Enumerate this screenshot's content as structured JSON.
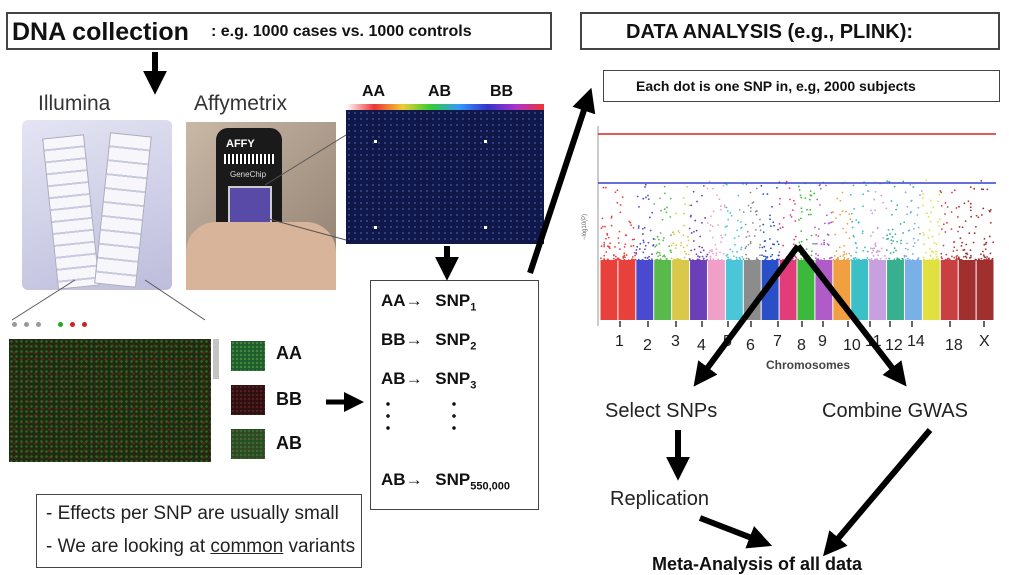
{
  "header_left": {
    "title": "DNA collection",
    "subtitle": ": e.g. 1000 cases vs. 1000 controls"
  },
  "platforms": {
    "illumina": "Illumina",
    "affymetrix": "Affymetrix"
  },
  "chip_labels": {
    "brand": "AFFY",
    "chip": "GeneChip"
  },
  "scan_header": [
    "AA",
    "AB",
    "BB"
  ],
  "genotype_swatches": [
    {
      "label": "AA",
      "color": "#1f5a2c"
    },
    {
      "label": "BB",
      "color": "#2a1012"
    },
    {
      "label": "AB",
      "color": "#234e25"
    }
  ],
  "mapping": [
    {
      "genotype": "AA",
      "arrow": "→",
      "snp": "SNP",
      "sub": "1"
    },
    {
      "genotype": "BB",
      "arrow": "→",
      "snp": "SNP",
      "sub": "2"
    },
    {
      "genotype": "AB",
      "arrow": "→",
      "snp": "SNP",
      "sub": "3"
    },
    {
      "genotype": "AB",
      "arrow": "→",
      "snp": "SNP",
      "sub": "550,000"
    }
  ],
  "notes": [
    {
      "text_before": "- Effects per SNP are usually small",
      "underlined": "",
      "text_after": ""
    },
    {
      "text_before": "- We are looking at ",
      "underlined": "common",
      "text_after": " variants"
    }
  ],
  "analysis": {
    "title": "DATA ANALYSIS (e.g., PLINK):",
    "note": "Each dot is one SNP in, e.g, 2000 subjects"
  },
  "manhattan": {
    "x_ticks": [
      "1",
      "2",
      "3",
      "4",
      "5",
      "6",
      "7",
      "8",
      "9",
      "10",
      "11",
      "12",
      "14",
      "18",
      "X"
    ],
    "xlabel": "Chromosomes",
    "thresholds": {
      "genome_wide_color": "#d22",
      "suggestive_color": "#3340c8"
    },
    "colors": [
      "#e8413c",
      "#e8413c",
      "#4a4ad0",
      "#59b94a",
      "#d9c84a",
      "#6b3fb8",
      "#f0a0c8",
      "#4ac6d8",
      "#8c8c8c",
      "#2a50c8",
      "#e33c7a",
      "#3cb83c",
      "#b05cc8",
      "#f0a040",
      "#3cc0c8",
      "#c8a0e0",
      "#38b090",
      "#7ab0e8",
      "#e0e040",
      "#c84040",
      "#a03030",
      "#a03030"
    ]
  },
  "workflow": {
    "select": "Select SNPs",
    "combine": "Combine GWAS",
    "replication": "Replication",
    "meta": "Meta-Analysis of all data"
  }
}
